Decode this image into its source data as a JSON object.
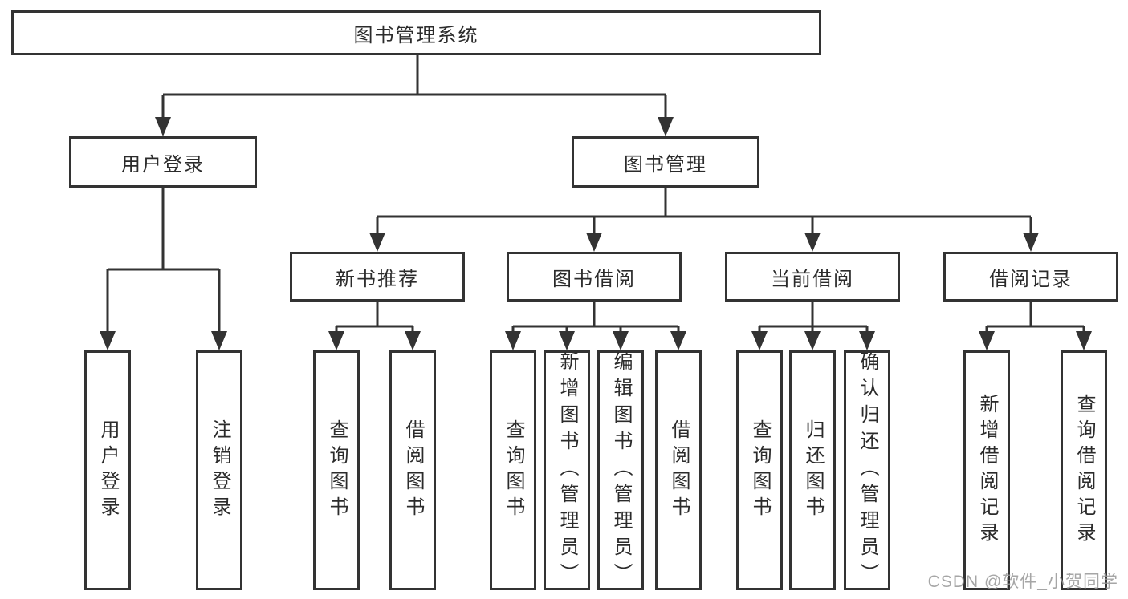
{
  "diagram": {
    "root": "图书管理系统",
    "user_login": {
      "label": "用户登录",
      "children": [
        "用户登录",
        "注销登录"
      ]
    },
    "book_management": {
      "label": "图书管理",
      "groups": [
        {
          "label": "新书推荐",
          "children": [
            "查询图书",
            "借阅图书"
          ]
        },
        {
          "label": "图书借阅",
          "children": [
            "查询图书",
            "新增图书（管理员）",
            "编辑图书（管理员）",
            "借阅图书"
          ]
        },
        {
          "label": "当前借阅",
          "children": [
            "查询图书",
            "归还图书",
            "确认归还（管理员）"
          ]
        },
        {
          "label": "借阅记录",
          "children": [
            "新增借阅记录",
            "查询借阅记录"
          ]
        }
      ]
    }
  },
  "watermark": "CSDN @软件_小贺同学",
  "colors": {
    "line": "#333333",
    "text": "#2b2b2b",
    "watermark": "#969696",
    "background": "#ffffff"
  }
}
